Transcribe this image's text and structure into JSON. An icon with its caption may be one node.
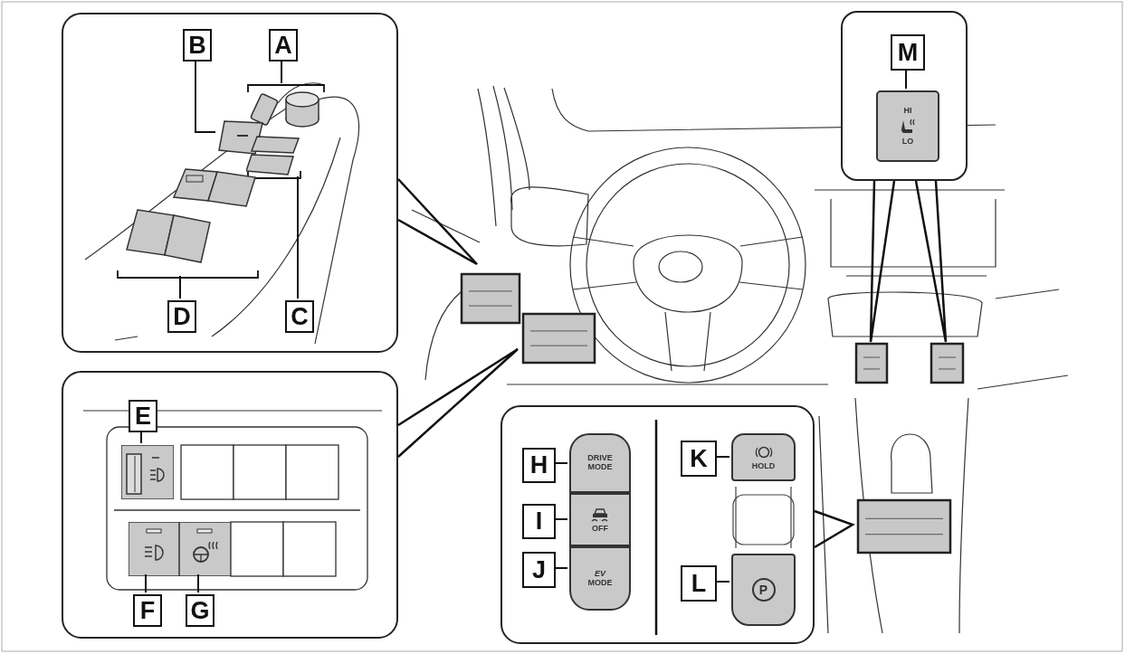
{
  "diagram": {
    "nodes": [
      {
        "text": [],
        "shape": "box"
      },
      {
        "text": [
          "B"
        ],
        "in": 0
      },
      {
        "text": [
          "A"
        ],
        "in": 0
      },
      {
        "text": [
          "D"
        ],
        "in": 0
      },
      {
        "text": [
          "C"
        ],
        "in": 0
      },
      {
        "text": [],
        "shape": "box",
        "in": 0
      },
      {
        "text": [],
        "shape": "box",
        "in": 0
      },
      {
        "text": [],
        "shape": "box",
        "in": 0
      },
      {
        "text": [],
        "shape": "box",
        "in": 0
      },
      {
        "text": [],
        "shape": "box"
      },
      {
        "text": [
          "M"
        ],
        "in": 9
      },
      {
        "text": [
          "HI",
          "LO"
        ],
        "in": 9
      },
      {
        "text": [],
        "shape": "box"
      },
      {
        "text": [
          "E"
        ],
        "in": 12
      },
      {
        "text": [
          "F"
        ],
        "in": 12
      },
      {
        "text": [
          "G"
        ],
        "in": 12
      },
      {
        "text": [],
        "shape": "box",
        "in": 12
      },
      {
        "text": [],
        "shape": "box",
        "in": 12
      },
      {
        "text": [],
        "shape": "box",
        "in": 12
      },
      {
        "text": [],
        "shape": "box"
      },
      {
        "text": [
          "H"
        ],
        "in": 19
      },
      {
        "text": [
          "I"
        ],
        "in": 19
      },
      {
        "text": [
          "J"
        ],
        "in": 19
      },
      {
        "text": [
          "K"
        ],
        "in": 19
      },
      {
        "text": [
          "L"
        ],
        "in": 19
      },
      {
        "text": [
          "DRIVE MODE"
        ],
        "in": 19
      },
      {
        "text": [
          "OFF"
        ],
        "in": 19
      },
      {
        "text": [
          "*EV* MODE"
        ],
        "in": 19
      },
      {
        "text": [
          "HOLD"
        ],
        "in": 19
      },
      {
        "text": [
          "P"
        ],
        "in": 19
      }
    ],
    "edges": [
      {
        "from": 1,
        "to": 6,
        "arrow": "none"
      },
      {
        "from": 2,
        "to": 5,
        "arrow": "none"
      },
      {
        "from": 3,
        "to": 8,
        "arrow": "none"
      },
      {
        "from": 4,
        "to": 7,
        "arrow": "none"
      },
      {
        "from": 10,
        "to": 11,
        "arrow": "none"
      },
      {
        "from": 13,
        "to": 16,
        "arrow": "none"
      },
      {
        "from": 14,
        "to": 17,
        "arrow": "none"
      },
      {
        "from": 15,
        "to": 18,
        "arrow": "none"
      },
      {
        "from": 20,
        "to": 25,
        "arrow": "none"
      },
      {
        "from": 21,
        "to": 26,
        "arrow": "none"
      },
      {
        "from": 22,
        "to": 27,
        "arrow": "none"
      },
      {
        "from": 23,
        "to": 28,
        "arrow": "none"
      },
      {
        "from": 24,
        "to": 29,
        "arrow": "none"
      }
    ]
  }
}
